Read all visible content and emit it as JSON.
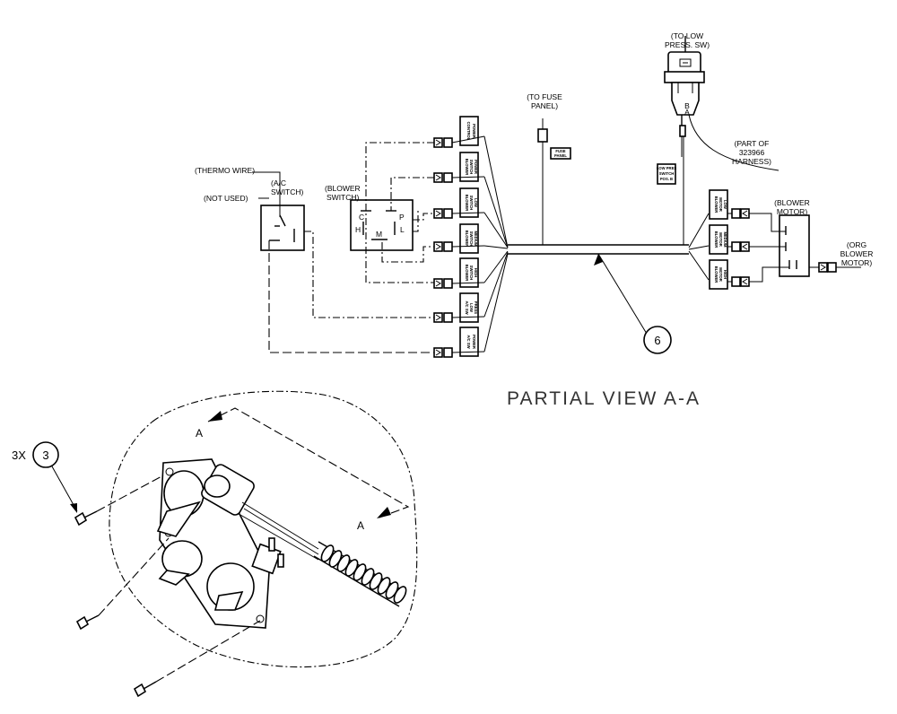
{
  "view_title": "PARTIAL VIEW A-A",
  "labels": {
    "to_low_press_sw_1": "(TO LOW",
    "to_low_press_sw_2": "PRESS. SW)",
    "to_fuse_panel_1": "(TO FUSE",
    "to_fuse_panel_2": "PANEL)",
    "part_of_1": "(PART OF",
    "part_of_2": "323966",
    "part_of_3": "HARNESS)",
    "thermo_wire": "(THERMO WIRE)",
    "not_used": "(NOT USED)",
    "ac_switch_1": "(A/C",
    "ac_switch_2": "SWITCH)",
    "blower_switch_1": "(BLOWER",
    "blower_switch_2": "SWITCH)",
    "blower_motor_1": "(BLOWER",
    "blower_motor_2": "MOTOR)",
    "org_blower_motor_1": "(ORG",
    "org_blower_motor_2": "BLOWER",
    "org_blower_motor_3": "MOTOR)",
    "connector_a": "A",
    "connector_b": "B",
    "section_a_top": "A",
    "section_a_bottom": "A"
  },
  "switch_terminals": {
    "c": "C",
    "p": "P",
    "h": "H",
    "l": "L",
    "m": "M"
  },
  "tags": {
    "control_power": [
      "CONTROL",
      "POWER"
    ],
    "blower_switch_power": [
      "BLOWER",
      "SWITCH",
      "POWER"
    ],
    "blower_switch_low": [
      "BLOWER",
      "SWITCH",
      "LOW"
    ],
    "blower_switch_medium": [
      "BLOWER",
      "SWITCH",
      "MEDIUM"
    ],
    "blower_switch_high": [
      "BLOWER",
      "SWITCH",
      "HIGH"
    ],
    "ac_sw_low_press": [
      "A/C SW",
      "LOW",
      "PRESS"
    ],
    "ac_sw_power": [
      "A/C SW",
      "POWER"
    ],
    "fuse_panel": [
      "FUSE",
      "PANEL"
    ],
    "low_press_switch": [
      "LOW PRES",
      "SWITCH",
      "POS. B"
    ],
    "blower_motor_low": [
      "BLOWER",
      "MOTOR",
      "LOW"
    ],
    "blower_motor_medium": [
      "BLOWER",
      "MOTOR",
      "MEDIUM"
    ],
    "blower_motor_high": [
      "BLOWER",
      "MOTOR",
      "HIGH"
    ]
  },
  "callouts": {
    "item_6": "6",
    "item_3": "3",
    "qty_3x": "3X"
  }
}
